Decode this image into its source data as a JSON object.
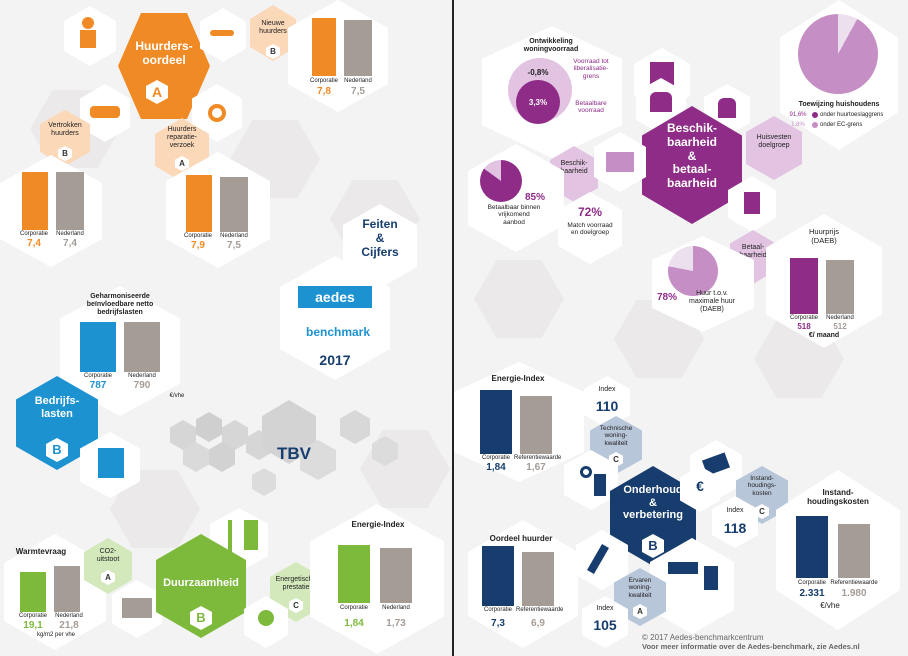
{
  "colors": {
    "orange": "#f08a24",
    "gray": "#a69c96",
    "blue": "#1d92d1",
    "green": "#7dba3c",
    "navy": "#163d6e",
    "purple": "#8e2c87",
    "lightpurple": "#c58fc6"
  },
  "left": {
    "huurdersoordeel": {
      "title": "Huurders-\noordeel",
      "badge": "A"
    },
    "nieuwe_huurders": {
      "label": "Nieuwe\nhuurders",
      "badge": "B"
    },
    "vertrokken_huurders": {
      "label": "Vertrokken\nhuurders",
      "badge": "B"
    },
    "huurders_reparatie": {
      "label": "Huurders\nreparatie-\nverzoek",
      "badge": "A"
    },
    "chart_nieuwe": {
      "corp_label": "Corporatie",
      "ned_label": "Nederland",
      "corp": "7,8",
      "ned": "7,5"
    },
    "chart_vertrokken": {
      "corp_label": "Corporatie",
      "ned_label": "Nederland",
      "corp": "7,4",
      "ned": "7,4"
    },
    "chart_reparatie": {
      "corp_label": "Corporatie",
      "ned_label": "Nederland",
      "corp": "7,9",
      "ned": "7,5"
    },
    "feiten": "Feiten\n&\nCijfers",
    "logo_text": "aedes",
    "logo_sub": "benchmark",
    "year": "2017",
    "bedrijfslasten_chart": {
      "title": "Geharmoniseerde\nbeïnvloedbare netto\nbedrijfslasten",
      "corp_label": "Corporatie",
      "ned_label": "Nederland",
      "corp": "787",
      "ned": "790",
      "unit": "€/vhe"
    },
    "bedrijfslasten": {
      "title": "Bedrijfs-\nlasten",
      "badge": "B"
    },
    "tbv": "TBV",
    "warmtevraag": {
      "title": "Warmtevraag",
      "corp_label": "Corporatie",
      "ned_label": "Nederland",
      "corp": "19,1",
      "ned": "21,8",
      "unit": "kg/m2 per vhe"
    },
    "co2": {
      "label": "CO2-\nuitstoot",
      "badge": "A"
    },
    "duurzaamheid": {
      "title": "Duurzaamheid",
      "badge": "B"
    },
    "energetische": {
      "label": "Energetische\nprestatie",
      "badge": "C"
    },
    "energie_index": {
      "title": "Energie-Index",
      "corp_label": "Corporatie",
      "ned_label": "Nederland",
      "corp": "1,84",
      "ned": "1,73"
    }
  },
  "right": {
    "ontwikkeling": {
      "title": "Ontwikkeling\nwoningvoorraad",
      "v1": "-0,8%",
      "v2": "3,3%",
      "l1": "Voorraad tot\nliberalisatie-\ngrens",
      "l2": "Betaalbare\nvoorraad"
    },
    "toewijzing": {
      "title": "Toewijzing huishoudens",
      "p1": "91,6%",
      "l1": "onder huurtoeslaggrens",
      "p2": "1,8%",
      "l2": "onder EC-grens"
    },
    "huisvesten": "Huisvesten\ndoelgroep",
    "beschikbaarheid": {
      "title": "Beschik-\nbaarheid\n&\nbetaal-\nbaarheid"
    },
    "beschikbaarheid_small": "Beschik-\nbaarheid",
    "betaalbaar": {
      "pct": "85%",
      "label": "Betaalbaar binnen\nvrijkomend\naanbod"
    },
    "match": {
      "pct": "72%",
      "label": "Match voorraad\nen doelgroep"
    },
    "betaalbaarheid_small": "Betaal-\nbaarheid",
    "huurprijs": {
      "title": "Huurprijs\n(DAEB)",
      "corp_label": "Corporatie",
      "ned_label": "Nederland",
      "corp": "518",
      "ned": "512",
      "unit": "€/ maand"
    },
    "huur_tov": {
      "pct": "78%",
      "label": "Huur t.o.v.\nmaximale huur\n(DAEB)"
    },
    "energie_index": {
      "title": "Energie-Index",
      "corp_label": "Corporatie",
      "ned_label": "Referentiewaarde",
      "corp": "1,84",
      "ned": "1,67"
    },
    "index110": {
      "label": "Index",
      "value": "110"
    },
    "technische": {
      "label": "Technische\nwoning-\nkwaliteit",
      "badge": "C"
    },
    "onderhoud": {
      "title": "Onderhoud\n&\nverbetering",
      "badge": "B"
    },
    "instandhouding_small": {
      "label": "Instand-\nhoudings-\nkosten",
      "badge": "C"
    },
    "index118": {
      "label": "Index",
      "value": "118"
    },
    "instandhouding_chart": {
      "title": "Instand-\nhoudingskosten",
      "corp_label": "Corporatie",
      "ned_label": "Referentiewaarde",
      "corp": "2.331",
      "ned": "1.980",
      "unit": "€/vhe"
    },
    "oordeel": {
      "title": "Oordeel huurder",
      "corp_label": "Corporatie",
      "ned_label": "Referentiewaarde",
      "corp": "7,3",
      "ned": "6,9"
    },
    "ervaren": {
      "label": "Ervaren\nwoning-\nkwaliteit",
      "badge": "A"
    },
    "index105": {
      "label": "Index",
      "value": "105"
    },
    "footer1": "© 2017 Aedes-benchmarkcentrum",
    "footer2": "Voor meer informatie over de Aedes-benchmark, zie Aedes.nl"
  }
}
